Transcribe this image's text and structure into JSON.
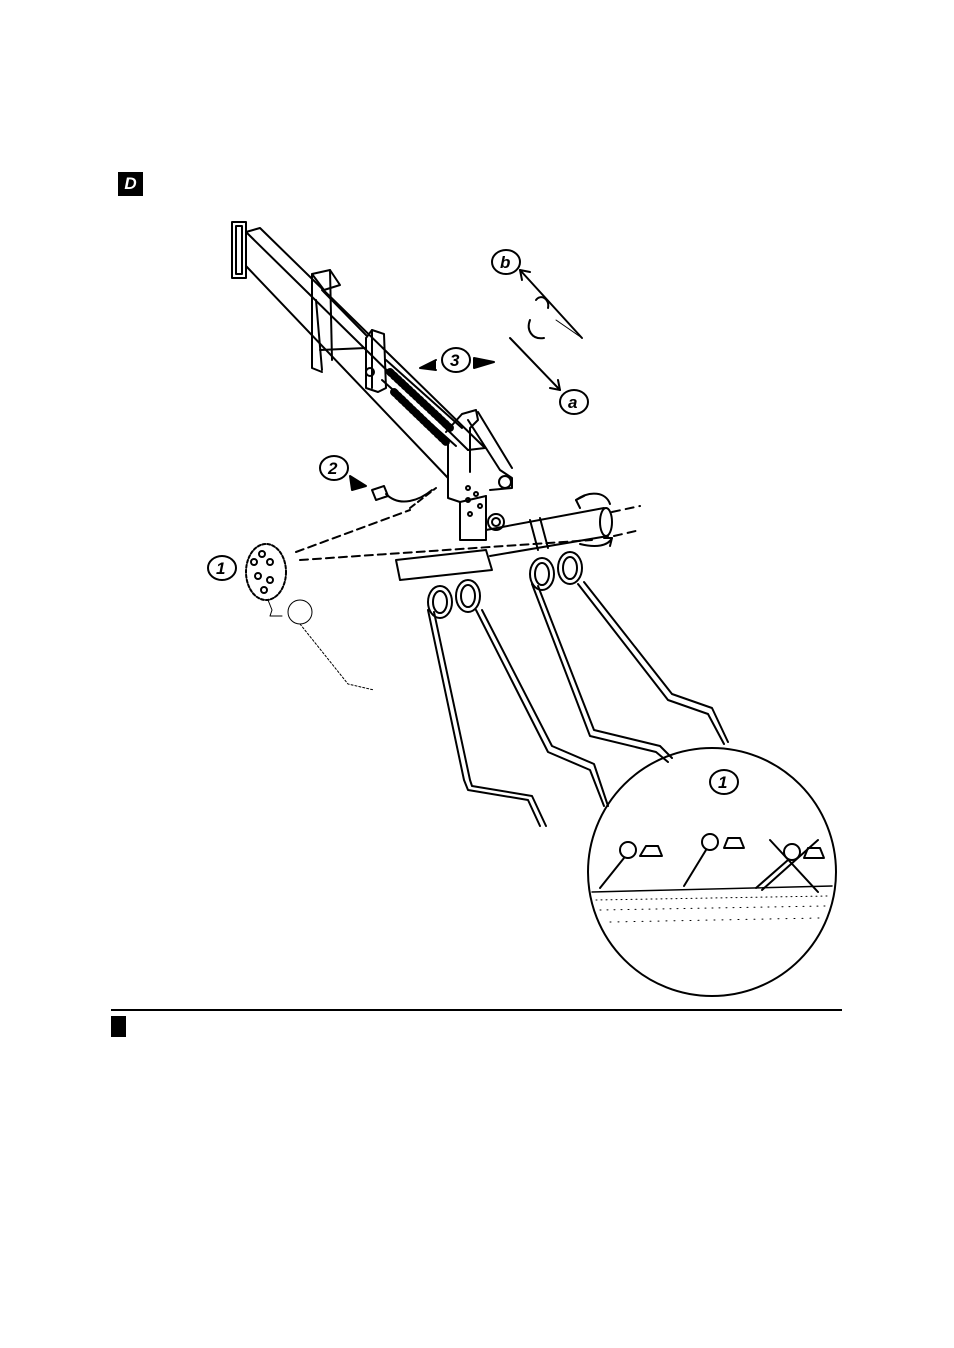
{
  "section_badge": "D",
  "callouts": {
    "one": "1",
    "two": "2",
    "three": "3",
    "a": "a",
    "b": "b",
    "inset_one": "1"
  }
}
